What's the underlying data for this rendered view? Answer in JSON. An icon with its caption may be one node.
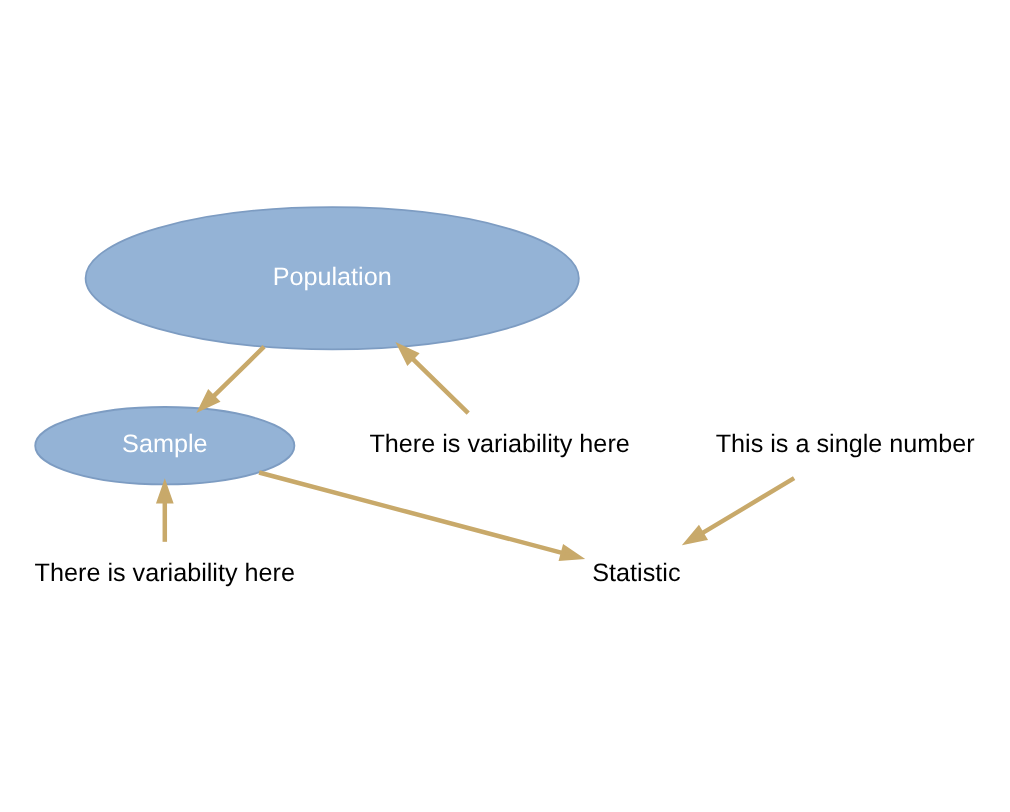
{
  "diagram": {
    "nodes": [
      {
        "text": [
          "Population"
        ]
      },
      {
        "text": [
          "Sample"
        ]
      },
      {
        "text": [
          "Statistic"
        ]
      },
      {
        "text": [
          "There is variability here"
        ]
      },
      {
        "text": [
          "There is variability here"
        ]
      },
      {
        "text": [
          "This is a single number"
        ]
      }
    ],
    "edges": [
      {
        "from": 0,
        "to": 1,
        "arrow": "to"
      },
      {
        "from": 1,
        "to": 2,
        "arrow": "to"
      },
      {
        "from": 3,
        "to": 0,
        "arrow": "to"
      },
      {
        "from": 4,
        "to": 1,
        "arrow": "to"
      },
      {
        "from": 5,
        "to": 2,
        "arrow": "to"
      }
    ]
  }
}
